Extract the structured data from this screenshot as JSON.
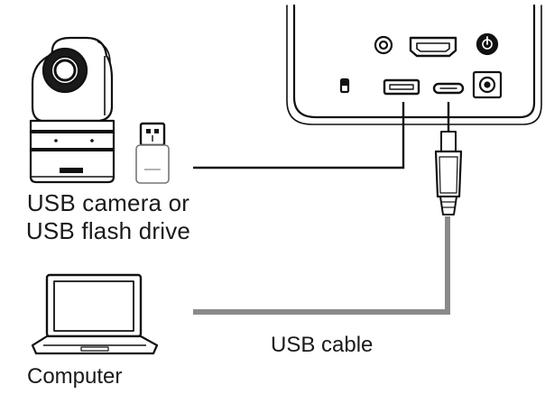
{
  "labels": {
    "usb_device_line1": "USB camera or",
    "usb_device_line2": "USB flash drive",
    "usb_cable": "USB cable",
    "computer": "Computer"
  },
  "colors": {
    "line": "#111111",
    "cable": "#8a8a8a",
    "fill": "#ffffff"
  },
  "icons": [
    "ptz-camera-icon",
    "usb-flash-drive-icon",
    "laptop-icon",
    "device-rear-panel",
    "usb-c-connector-icon"
  ],
  "ports": [
    "audio-jack",
    "hdmi-port",
    "power-button",
    "kensington-lock",
    "usb-a-port",
    "usb-c-port",
    "dc-power-jack"
  ]
}
